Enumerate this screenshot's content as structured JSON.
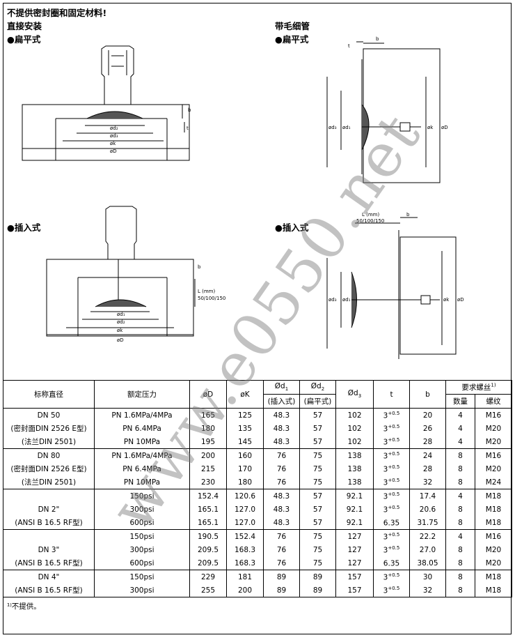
{
  "header": {
    "warning": "不提供密封圈和固定材料!",
    "left_title": "直接安装",
    "right_title": "带毛细管",
    "flat_type": "●扁平式",
    "insert_type": "●插入式"
  },
  "diagram_labels": {
    "phi_d2": "ød₂",
    "phi_d3": "ød₃",
    "phi_k": "øk",
    "phi_D": "øD",
    "phi_d1": "ød₁",
    "b": "b",
    "t": "t",
    "L_mm": "L (mm)",
    "L_values": "50/100/150",
    "L_mm_right": "L (mm)",
    "L_values_right": "50/100/150"
  },
  "watermark": "www.e0550.net",
  "table": {
    "headers": {
      "nominal": "标称直径",
      "pressure": "额定压力",
      "D": "øD",
      "K": "øK",
      "d1": "Ød",
      "d1_sub": "1",
      "d1_note": "(插入式)",
      "d2": "Ød",
      "d2_sub": "2",
      "d2_note": "(扁平式)",
      "d3": "Ød",
      "d3_sub": "3",
      "t": "t",
      "b": "b",
      "bolts": "要求螺丝",
      "bolts_sup": "1)",
      "qty": "数量",
      "thread": "螺纹"
    },
    "groups": [
      {
        "name_lines": [
          "DN 50",
          "(密封面DIN 2526 E型)",
          "(法兰DIN 2501)"
        ],
        "rows": [
          {
            "p": "PN 1.6MPa/4MPa",
            "D": "165",
            "K": "125",
            "d1": "48.3",
            "d2": "57",
            "d3": "102",
            "t": "3",
            "t_tol": "+0.5",
            "b": "20",
            "qty": "4",
            "thread": "M16"
          },
          {
            "p": "PN 6.4MPa",
            "D": "180",
            "K": "135",
            "d1": "48.3",
            "d2": "57",
            "d3": "102",
            "t": "3",
            "t_tol": "+0.5",
            "b": "26",
            "qty": "4",
            "thread": "M20"
          },
          {
            "p": "PN 10MPa",
            "D": "195",
            "K": "145",
            "d1": "48.3",
            "d2": "57",
            "d3": "102",
            "t": "3",
            "t_tol": "+0.5",
            "b": "28",
            "qty": "4",
            "thread": "M20"
          }
        ]
      },
      {
        "name_lines": [
          "DN 80",
          "(密封面DIN 2526 E型)",
          "(法兰DIN 2501)"
        ],
        "rows": [
          {
            "p": "PN 1.6MPa/4MPa",
            "D": "200",
            "K": "160",
            "d1": "76",
            "d2": "75",
            "d3": "138",
            "t": "3",
            "t_tol": "+0.5",
            "b": "24",
            "qty": "8",
            "thread": "M16"
          },
          {
            "p": "PN 6.4MPa",
            "D": "215",
            "K": "170",
            "d1": "76",
            "d2": "75",
            "d3": "138",
            "t": "3",
            "t_tol": "+0.5",
            "b": "28",
            "qty": "8",
            "thread": "M20"
          },
          {
            "p": "PN 10MPa",
            "D": "230",
            "K": "180",
            "d1": "76",
            "d2": "75",
            "d3": "138",
            "t": "3",
            "t_tol": "+0.5",
            "b": "32",
            "qty": "8",
            "thread": "M24"
          }
        ]
      },
      {
        "name_lines": [
          "DN 2\"",
          "(ANSI B 16.5 RF型)"
        ],
        "rows": [
          {
            "p": "150psi",
            "D": "152.4",
            "K": "120.6",
            "d1": "48.3",
            "d2": "57",
            "d3": "92.1",
            "t": "3",
            "t_tol": "+0.5",
            "b": "17.4",
            "qty": "4",
            "thread": "M18"
          },
          {
            "p": "300psi",
            "D": "165.1",
            "K": "127.0",
            "d1": "48.3",
            "d2": "57",
            "d3": "92.1",
            "t": "3",
            "t_tol": "+0.5",
            "b": "20.6",
            "qty": "8",
            "thread": "M18"
          },
          {
            "p": "600psi",
            "D": "165.1",
            "K": "127.0",
            "d1": "48.3",
            "d2": "57",
            "d3": "92.1",
            "t": "6.35",
            "t_tol": "",
            "b": "31.75",
            "qty": "8",
            "thread": "M18"
          }
        ]
      },
      {
        "name_lines": [
          "DN 3\"",
          "(ANSI B 16.5 RF型)"
        ],
        "rows": [
          {
            "p": "150psi",
            "D": "190.5",
            "K": "152.4",
            "d1": "76",
            "d2": "75",
            "d3": "127",
            "t": "3",
            "t_tol": "+0.5",
            "b": "22.2",
            "qty": "4",
            "thread": "M16"
          },
          {
            "p": "300psi",
            "D": "209.5",
            "K": "168.3",
            "d1": "76",
            "d2": "75",
            "d3": "127",
            "t": "3",
            "t_tol": "+0.5",
            "b": "27.0",
            "qty": "8",
            "thread": "M20"
          },
          {
            "p": "600psi",
            "D": "209.5",
            "K": "168.3",
            "d1": "76",
            "d2": "75",
            "d3": "127",
            "t": "6.35",
            "t_tol": "",
            "b": "38.05",
            "qty": "8",
            "thread": "M20"
          }
        ]
      },
      {
        "name_lines": [
          "DN 4\"",
          "(ANSI B 16.5 RF型)"
        ],
        "rows": [
          {
            "p": "150psi",
            "D": "229",
            "K": "181",
            "d1": "89",
            "d2": "89",
            "d3": "157",
            "t": "3",
            "t_tol": "+0.5",
            "b": "30",
            "qty": "8",
            "thread": "M18"
          },
          {
            "p": "300psi",
            "D": "255",
            "K": "200",
            "d1": "89",
            "d2": "89",
            "d3": "157",
            "t": "3",
            "t_tol": "+0.5",
            "b": "32",
            "qty": "8",
            "thread": "M18"
          }
        ]
      }
    ]
  },
  "footnote": "¹⁾不提供。"
}
